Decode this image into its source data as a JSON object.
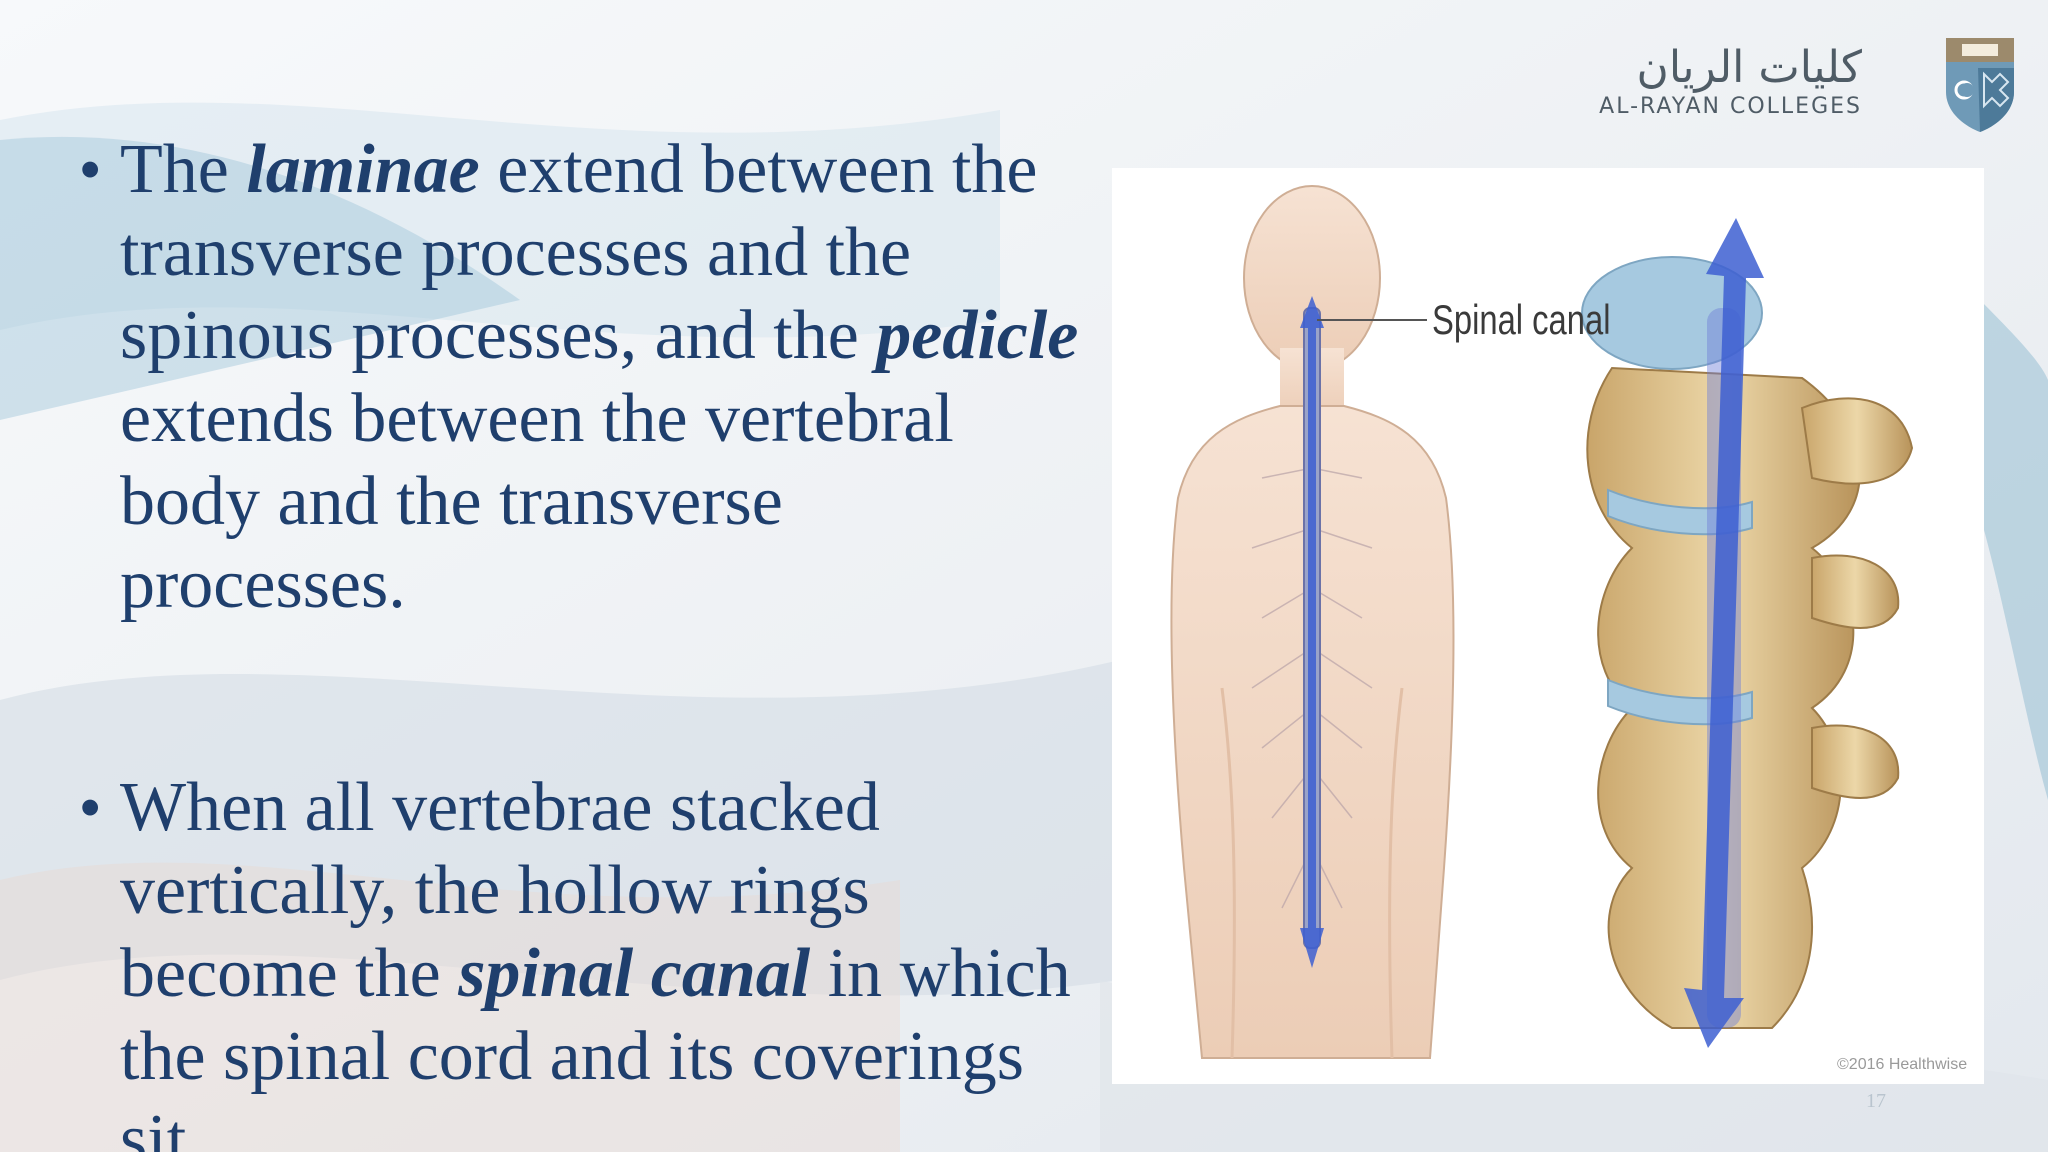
{
  "logo": {
    "arabic": "كليات الريان",
    "english": "AL-RAYAN COLLEGES"
  },
  "bullets": [
    {
      "part1": "The ",
      "em1": "laminae",
      "part2": " extend between the transverse processes and the spinous processes, and the ",
      "em2": "pedicle",
      "part3": " extends between the vertebral body and the transverse processes."
    },
    {
      "part1": "When all vertebrae stacked vertically, the hollow rings become the ",
      "em1": "spinal canal",
      "part2": " in which the spinal cord and its coverings sit."
    }
  ],
  "figure": {
    "label": "Spinal canal",
    "copyright": "©2016 Healthwise"
  },
  "page_number": "17",
  "colors": {
    "text": "#1f3f6d",
    "logo_text": "#4f5c66",
    "shield": "#6f9ab7",
    "arrow": "#3d5fd1",
    "skin": "#f2d8c5",
    "bone": "#dfc391",
    "disc": "#a6c9e0"
  },
  "icons": [
    "bullet-dot",
    "college-shield-logo"
  ]
}
